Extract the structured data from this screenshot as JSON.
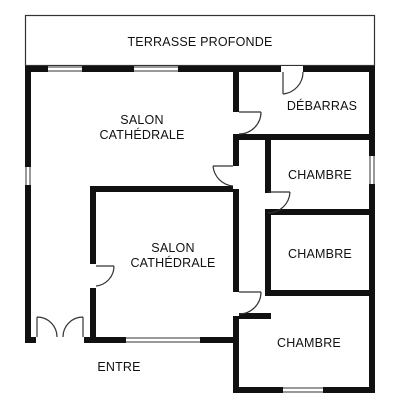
{
  "rooms": {
    "terrace": "TERRASSE PROFONDE",
    "salon_top": "SALON\nCATHÉDRALE",
    "debarras": "DÉBARRAS",
    "chambre_1": "CHAMBRE",
    "salon_center": "SALON\nCATHÉDRALE",
    "chambre_2": "CHAMBRE",
    "chambre_3": "CHAMBRE"
  },
  "entrance": "ENTRE",
  "colors": {
    "wall": "#111111",
    "line": "#333333",
    "background": "#ffffff"
  }
}
